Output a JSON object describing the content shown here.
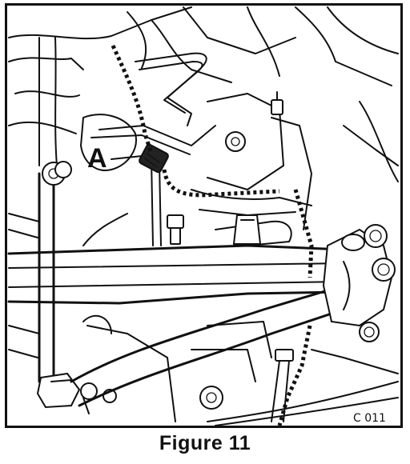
{
  "figure": {
    "caption": "Figure 11",
    "callout_label": "A",
    "reference_code": "C 011"
  }
}
